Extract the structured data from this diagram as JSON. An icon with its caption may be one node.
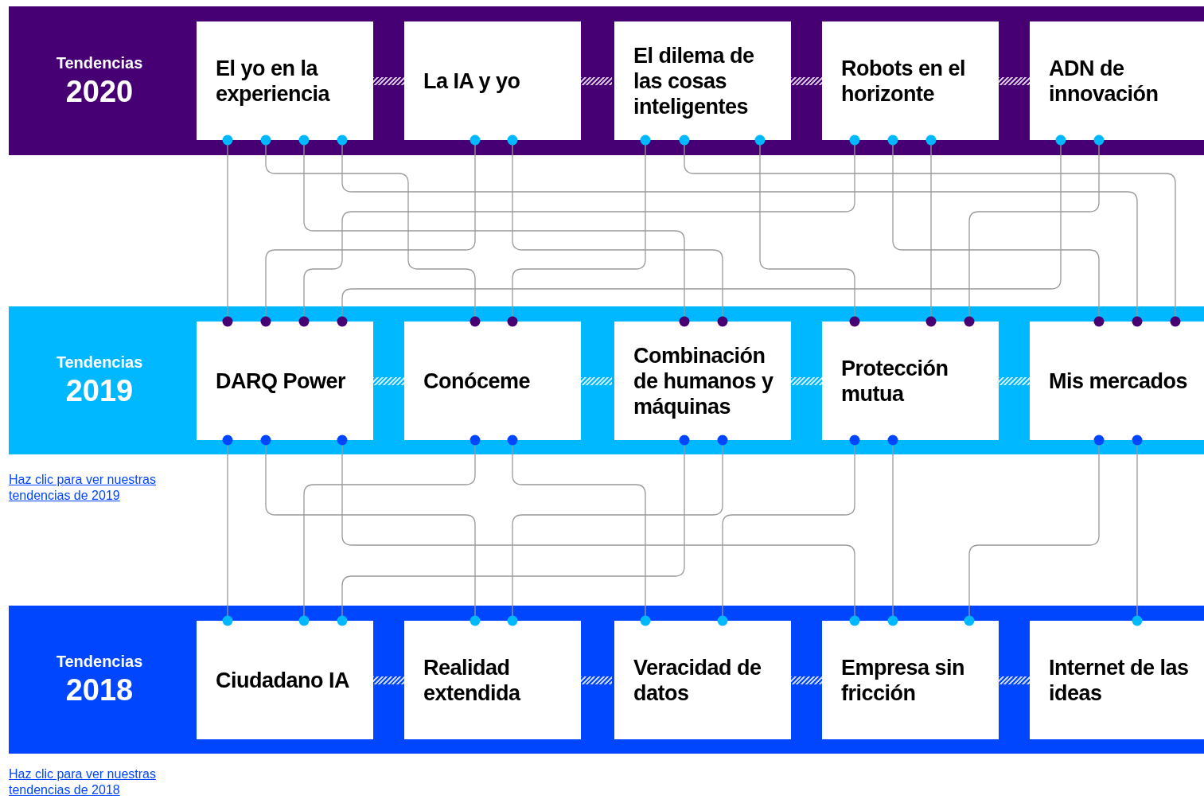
{
  "diagram": {
    "nodes": [
      {
        "text": [
          "Tendencias",
          "2020"
        ]
      },
      {
        "text": [
          "El yo en la experiencia"
        ],
        "in": 0
      },
      {
        "text": [
          "La IA y yo"
        ],
        "in": 0
      },
      {
        "text": [
          "El dilema de las cosas inteligentes"
        ],
        "in": 0
      },
      {
        "text": [
          "Robots en el horizonte"
        ],
        "in": 0
      },
      {
        "text": [
          "ADN de innovación"
        ],
        "in": 0
      },
      {
        "text": [
          "Tendencias",
          "2019"
        ]
      },
      {
        "text": [
          "DARQ Power"
        ],
        "in": 6
      },
      {
        "text": [
          "Conóceme"
        ],
        "in": 6
      },
      {
        "text": [
          "Combinación de humanos y máquinas"
        ],
        "in": 6
      },
      {
        "text": [
          "Protección mutua"
        ],
        "in": 6
      },
      {
        "text": [
          "Mis mercados"
        ],
        "in": 6
      },
      {
        "text": [
          "Tendencias",
          "2018"
        ]
      },
      {
        "text": [
          "Ciudadano IA"
        ],
        "in": 12
      },
      {
        "text": [
          "Realidad extendida"
        ],
        "in": 12
      },
      {
        "text": [
          "Veracidad de datos"
        ],
        "in": 12
      },
      {
        "text": [
          "Empresa sin fricción"
        ],
        "in": 12
      },
      {
        "text": [
          "Internet de las ideas"
        ],
        "in": 12
      }
    ],
    "edges": [
      {
        "from": 1,
        "to": 7,
        "arrow": "other"
      },
      {
        "from": 1,
        "to": 8,
        "arrow": "other"
      },
      {
        "from": 1,
        "to": 9,
        "arrow": "other"
      },
      {
        "from": 1,
        "to": 11,
        "arrow": "other"
      },
      {
        "from": 2,
        "to": 7,
        "arrow": "other"
      },
      {
        "from": 2,
        "to": 9,
        "arrow": "other"
      },
      {
        "from": 3,
        "to": 8,
        "arrow": "other"
      },
      {
        "from": 3,
        "to": 11,
        "arrow": "other"
      },
      {
        "from": 3,
        "to": 10,
        "arrow": "other"
      },
      {
        "from": 4,
        "to": 7,
        "arrow": "other"
      },
      {
        "from": 4,
        "to": 11,
        "arrow": "other"
      },
      {
        "from": 4,
        "to": 10,
        "arrow": "other"
      },
      {
        "from": 5,
        "to": 7,
        "arrow": "other"
      },
      {
        "from": 5,
        "to": 10,
        "arrow": "other"
      },
      {
        "from": 7,
        "to": 13,
        "arrow": "other"
      },
      {
        "from": 7,
        "to": 14,
        "arrow": "other"
      },
      {
        "from": 7,
        "to": 16,
        "arrow": "other"
      },
      {
        "from": 8,
        "to": 13,
        "arrow": "other"
      },
      {
        "from": 8,
        "to": 15,
        "arrow": "other"
      },
      {
        "from": 9,
        "to": 13,
        "arrow": "other"
      },
      {
        "from": 9,
        "to": 14,
        "arrow": "other"
      },
      {
        "from": 10,
        "to": 15,
        "arrow": "other"
      },
      {
        "from": 10,
        "to": 16,
        "arrow": "other"
      },
      {
        "from": 11,
        "to": 16,
        "arrow": "other"
      },
      {
        "from": 11,
        "to": 17,
        "arrow": "other"
      }
    ],
    "labels": [
      "Haz clic para ver nuestras tendencias de 2019",
      "Haz clic para ver nuestras tendencias de 2018"
    ]
  }
}
